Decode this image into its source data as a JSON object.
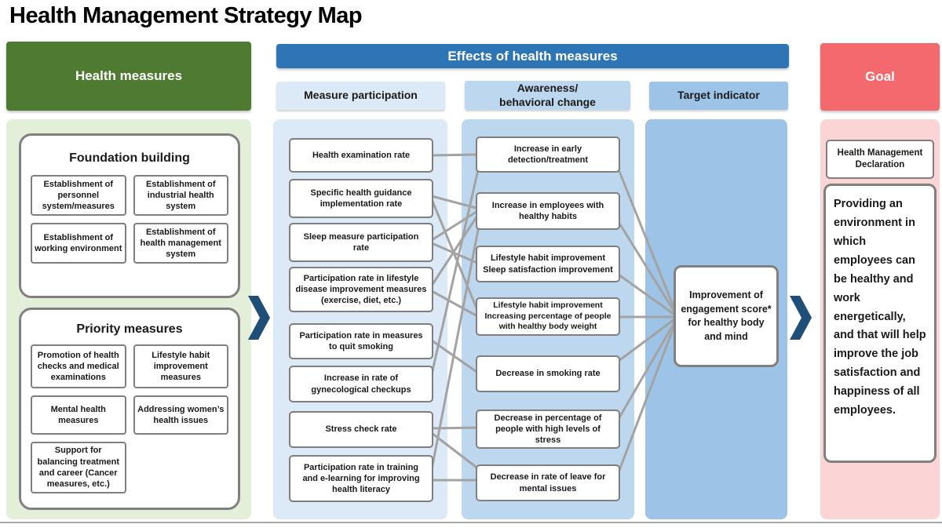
{
  "page": {
    "title": "Health Management Strategy Map"
  },
  "colors": {
    "green_header": "#4e7b31",
    "green_panel": "#e3efd9",
    "blue_header": "#2e75b6",
    "blue_light_1": "#dce9f6",
    "blue_light_2": "#bdd7ee",
    "blue_light_3": "#9dc3e6",
    "red_header": "#f4696e",
    "red_panel": "#fbd5d6",
    "chevron": "#1f4e79",
    "line": "#a3a3a3",
    "box_border": "#7f7f7f"
  },
  "health_measures": {
    "header": "Health measures",
    "sections": [
      {
        "title": "Foundation building",
        "items": [
          "Establishment of personnel system/measures",
          "Establishment of industrial health system",
          "Establishment of working environment",
          "Establishment of health management system"
        ]
      },
      {
        "title": "Priority measures",
        "items": [
          "Promotion of health checks and medical examinations",
          "Lifestyle habit improvement measures",
          "Mental health measures",
          "Addressing women’s health issues",
          "Support for balancing treatment and career (Cancer measures, etc.)"
        ]
      }
    ]
  },
  "effects": {
    "header": "Effects of health measures",
    "subcolumns": [
      {
        "header": "Measure participation",
        "items": [
          "Health examination rate",
          "Specific health guidance implementation rate",
          "Sleep measure participation rate",
          "Participation rate in lifestyle disease improvement measures (exercise, diet, etc.)",
          "Participation rate in measures to quit smoking",
          "Increase in rate of gynecological checkups",
          "Stress check rate",
          "Participation rate in training and e-learning for improving health literacy"
        ]
      },
      {
        "header": "Awareness/\nbehavioral change",
        "items": [
          "Increase in early detection/treatment",
          "Increase in employees with healthy habits",
          "Lifestyle habit improvement\nSleep satisfaction improvement",
          "Lifestyle habit improvement\nIncreasing percentage of people with healthy body weight",
          "Decrease in smoking rate",
          "Decrease in percentage of people with high levels of stress",
          "Decrease in rate of leave for mental issues"
        ]
      },
      {
        "header": "Target indicator",
        "items": [
          "Improvement of engagement score* for healthy body and mind"
        ]
      }
    ]
  },
  "goal": {
    "header": "Goal",
    "declaration": "Health Management Declaration",
    "statement": "Providing an environment in which employees can be healthy and work energetically, and that will help improve the job satisfaction and happiness of all employees."
  },
  "connections": {
    "stroke_width": 3,
    "segments": [
      [
        550,
        198,
        610,
        197
      ],
      [
        550,
        250,
        610,
        266
      ],
      [
        550,
        254,
        610,
        400
      ],
      [
        550,
        306,
        610,
        268
      ],
      [
        550,
        310,
        610,
        336
      ],
      [
        550,
        364,
        610,
        272
      ],
      [
        550,
        371,
        610,
        404
      ],
      [
        550,
        434,
        610,
        476
      ],
      [
        550,
        477,
        610,
        212
      ],
      [
        550,
        546,
        610,
        545
      ],
      [
        550,
        552,
        610,
        598
      ],
      [
        550,
        598,
        610,
        288
      ],
      [
        550,
        612,
        610,
        612
      ],
      [
        788,
        216,
        862,
        401
      ],
      [
        788,
        283,
        862,
        402
      ],
      [
        788,
        350,
        862,
        403
      ],
      [
        788,
        404,
        862,
        404
      ],
      [
        788,
        460,
        862,
        405
      ],
      [
        788,
        534,
        862,
        406
      ],
      [
        788,
        602,
        862,
        407
      ]
    ]
  }
}
